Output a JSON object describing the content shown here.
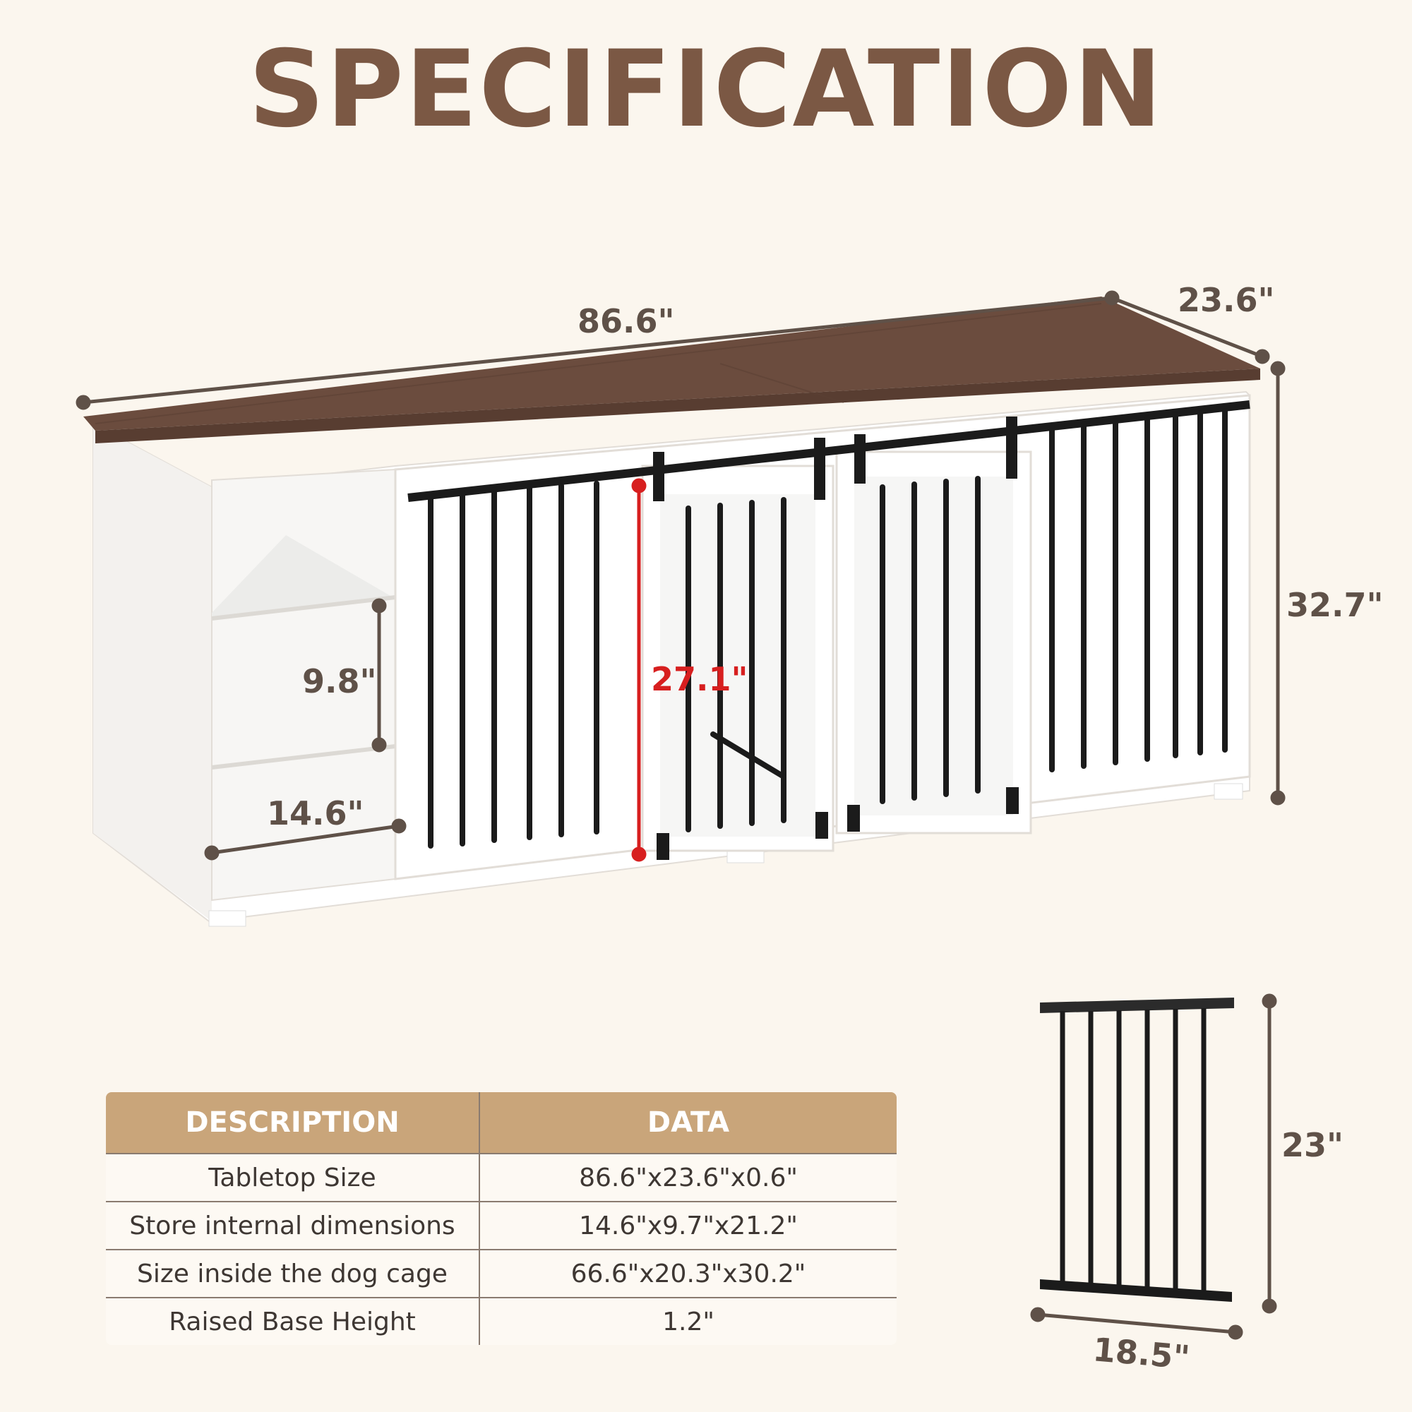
{
  "title": "SPECIFICATION",
  "dimensions": {
    "length": "86.6\"",
    "depth": "23.6\"",
    "height": "32.7\"",
    "inner_height": "27.1\"",
    "shelf_height": "9.8\"",
    "shelf_depth": "14.6\"",
    "panel_height": "23\"",
    "panel_width": "18.5\""
  },
  "table": {
    "headers": [
      "DESCRIPTION",
      "DATA"
    ],
    "rows": [
      {
        "description": "Tabletop Size",
        "data": "86.6\"x23.6\"x0.6\""
      },
      {
        "description": "Store internal dimensions",
        "data": "14.6\"x9.7\"x21.2\""
      },
      {
        "description": "Size inside the dog cage",
        "data": "66.6\"x20.3\"x30.2\""
      },
      {
        "description": "Raised Base Height",
        "data": "1.2\""
      }
    ]
  },
  "colors": {
    "title": "#7b5844",
    "table_header": "#c9a57a",
    "tabletop": "#6b4c3e",
    "cabinet": "#ffffff",
    "bars": "#1b1b1b",
    "dimension_line": "#5f5148",
    "highlight": "#d71f1f",
    "background": "#fbf6ee"
  }
}
